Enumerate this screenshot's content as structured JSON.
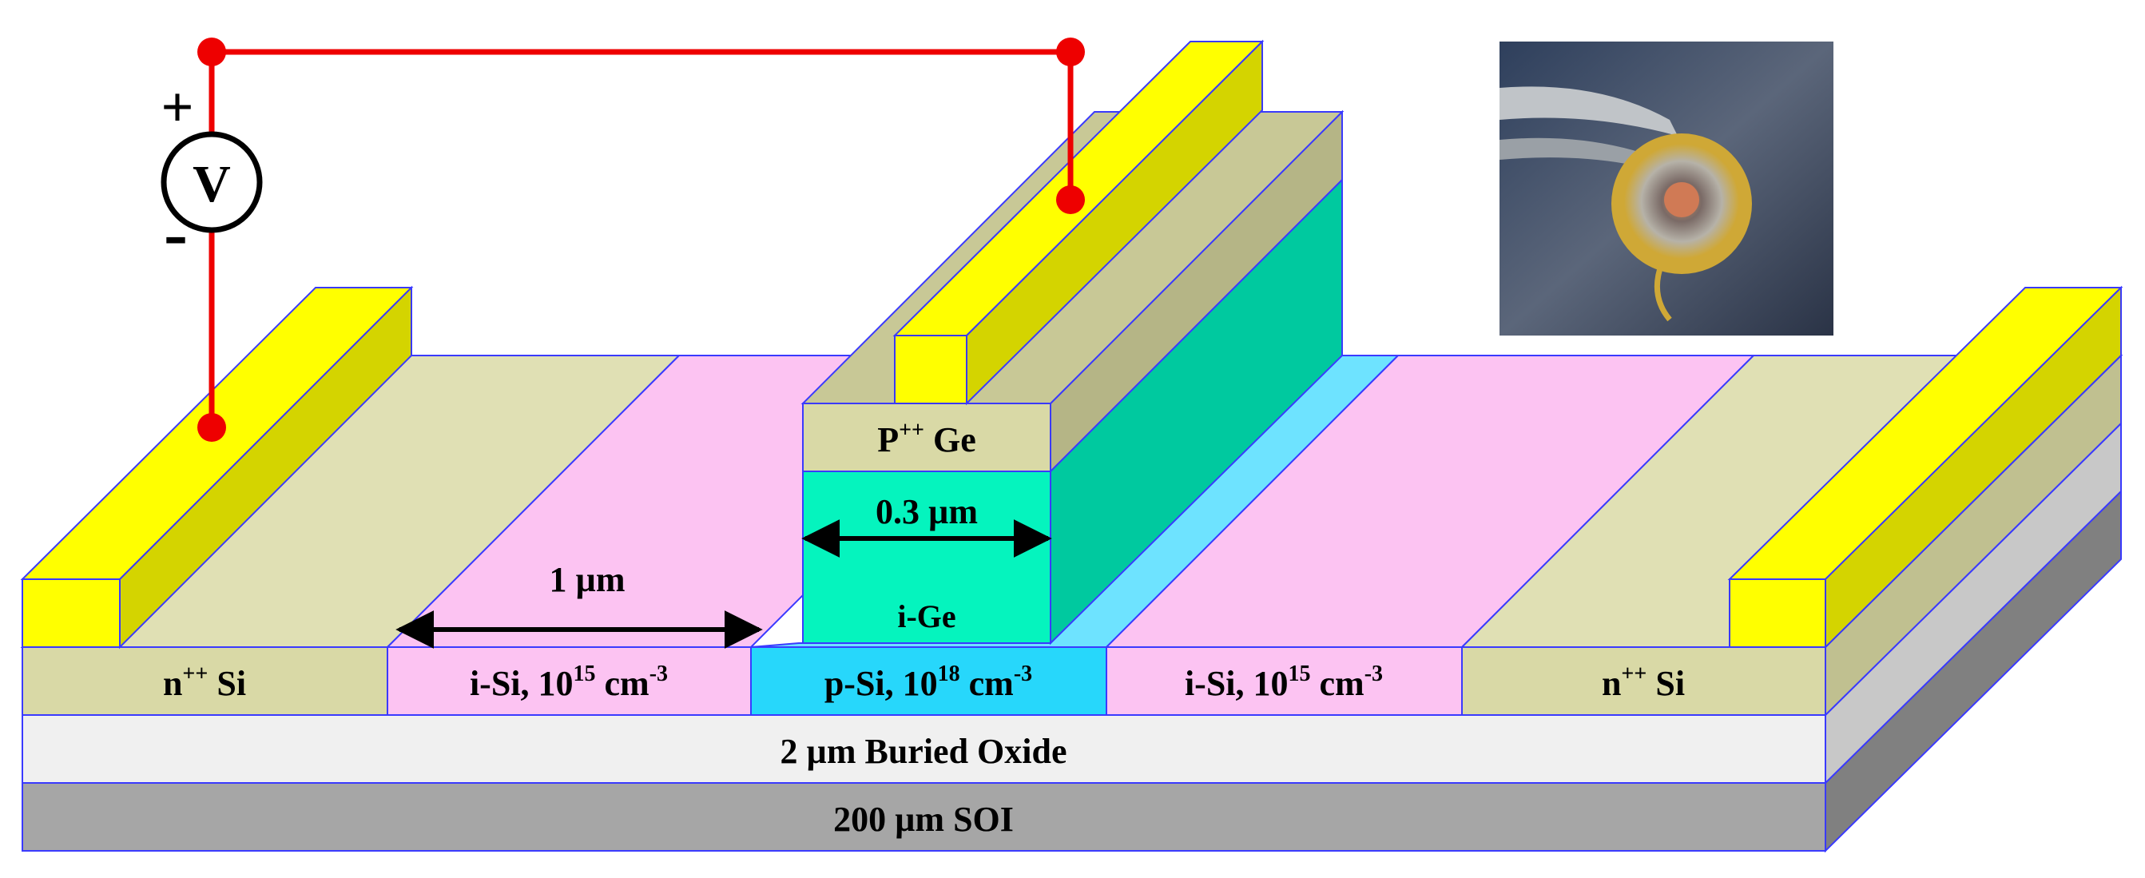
{
  "labels": {
    "n_si_left": "n",
    "n_si_left_sup": "++",
    "n_si_left_tail": " Si",
    "n_si_right": "n",
    "n_si_right_sup": "++",
    "n_si_right_tail": " Si",
    "isi_left": "i-Si, 10",
    "isi_left_sup": "15",
    "isi_left_tail": " cm",
    "isi_left_exp": "-3",
    "psi": "p-Si, 10",
    "psi_sup": "18",
    "psi_tail": " cm",
    "psi_exp": "-3",
    "isi_right": "i-Si, 10",
    "isi_right_sup": "15",
    "isi_right_tail": " cm",
    "isi_right_exp": "-3",
    "buried_oxide": "2 µm Buried Oxide",
    "soi": "200 µm SOI",
    "pge": "P",
    "pge_sup": "++",
    "pge_tail": " Ge",
    "ige": "i-Ge",
    "width_ge": "0.3 µm",
    "width_isi": "1 µm",
    "voltmeter": "V",
    "plus": "+",
    "minus": "-"
  },
  "colors": {
    "contact_front": "#ffff00",
    "contact_top": "#d4d400",
    "nsi": "#d9d9a6",
    "nsi_top": "#e0e0b4",
    "isi": "#fcc3f2",
    "psi": "#27d7fb",
    "psi_top": "#6ee3ff",
    "ige_front": "#05f4be",
    "ige_side": "#00c99f",
    "pge": "#d9d9a6",
    "pge_top": "#b5b586",
    "oxide": "#f0f0f0",
    "oxide_side": "#c8c8c8",
    "soi": "#a6a6a6",
    "soi_side": "#808080",
    "wire": "#ee0000",
    "edge": "#3a3aff"
  }
}
